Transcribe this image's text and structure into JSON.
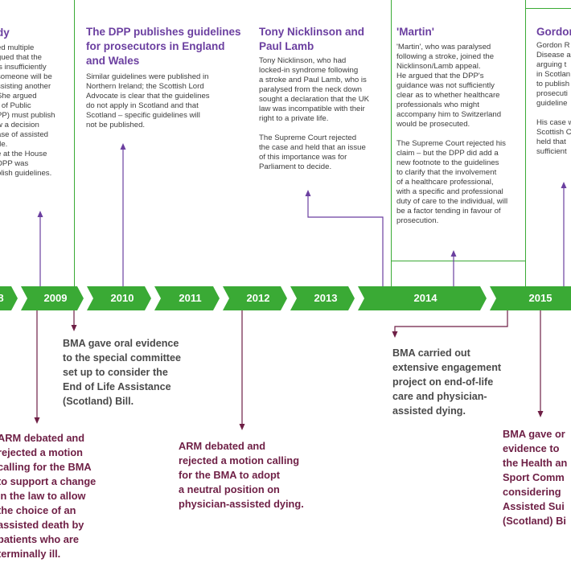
{
  "timeline": {
    "years": [
      "8",
      "2009",
      "2010",
      "2011",
      "2012",
      "2013",
      "2014",
      "2015"
    ],
    "colors": {
      "arrow": "#3aaa35",
      "title": "#6b3fa0",
      "connector": "#6e1f45",
      "green_text": "#4a4a4a",
      "maroon_text": "#6e1f45"
    }
  },
  "panels": {
    "p1": {
      "title": "dy",
      "body": "ed multiple\ngued that the\nis insufficiently\nsomeone will be\nssisting another\nShe argued\nr of Public\nPP) must publish\nw a decision\nase of assisted\nde.\ne at the House\nDPP was\nblish guidelines."
    },
    "p2": {
      "title": "The DPP publishes guidelines for prosecutors in England and Wales",
      "body": "Similar guidelines were published in\nNorthern Ireland; the Scottish Lord\nAdvocate is clear that the guidelines\ndo not apply in Scotland and that\nScotland – specific guidelines will\nnot be published."
    },
    "p3": {
      "title": "Tony Nicklinson and Paul Lamb",
      "body": "Tony Nicklinson, who had\nlocked-in syndrome following\na stroke and Paul Lamb, who is\nparalysed from the neck down\nsought a declaration that the UK\nlaw was incompatible with their\nright to a private life.\n\nThe Supreme Court rejected\nthe case and held that an issue\nof this importance was for\nParliament to decide."
    },
    "p4": {
      "title": "'Martin'",
      "body": "'Martin', who was paralysed\nfollowing a stroke, joined the\nNicklinson/Lamb appeal.\nHe argued that the DPP's\nguidance was not sufficiently\nclear as to whether healthcare\nprofessionals who might\naccompany him to Switzerland\nwould be prosecuted.\n\nThe Supreme Court rejected his\nclaim – but the DPP did add a\nnew footnote to the guidelines\nto clarify that the involvement\nof a healthcare professional,\nwith a specific and professional\nduty of care to the individual, will\nbe a factor tending in favour of\nprosecution."
    },
    "p5": {
      "title": "Gordon",
      "body": "Gordon R\nDisease a\narguing t\nin Scotlan\nto publish\nprosecuti\nguideline\n\nHis case w\nScottish C\nheld that\nsufficient"
    }
  },
  "events_below": {
    "e1": {
      "text": "BMA gave oral evidence\nto the special committee\nset up to consider the\nEnd of Life Assistance\n(Scotland) Bill."
    },
    "e2": {
      "text": "ARM debated and\nrejected a motion\ncalling for the BMA\nto support a change\nin the law to allow\nthe choice of an\nassisted death by\npatients who are\nterminally ill."
    },
    "e3": {
      "text": "ARM debated and\nrejected a motion calling\nfor the BMA to adopt\na neutral position on\nphysician-assisted dying."
    },
    "e4": {
      "text": "BMA carried out\nextensive engagement\nproject on end-of-life\ncare and physician-\nassisted dying."
    },
    "e5": {
      "text": "BMA gave or\nevidence to\nthe Health an\nSport Comm\nconsidering\nAssisted Sui\n(Scotland) Bi"
    }
  }
}
